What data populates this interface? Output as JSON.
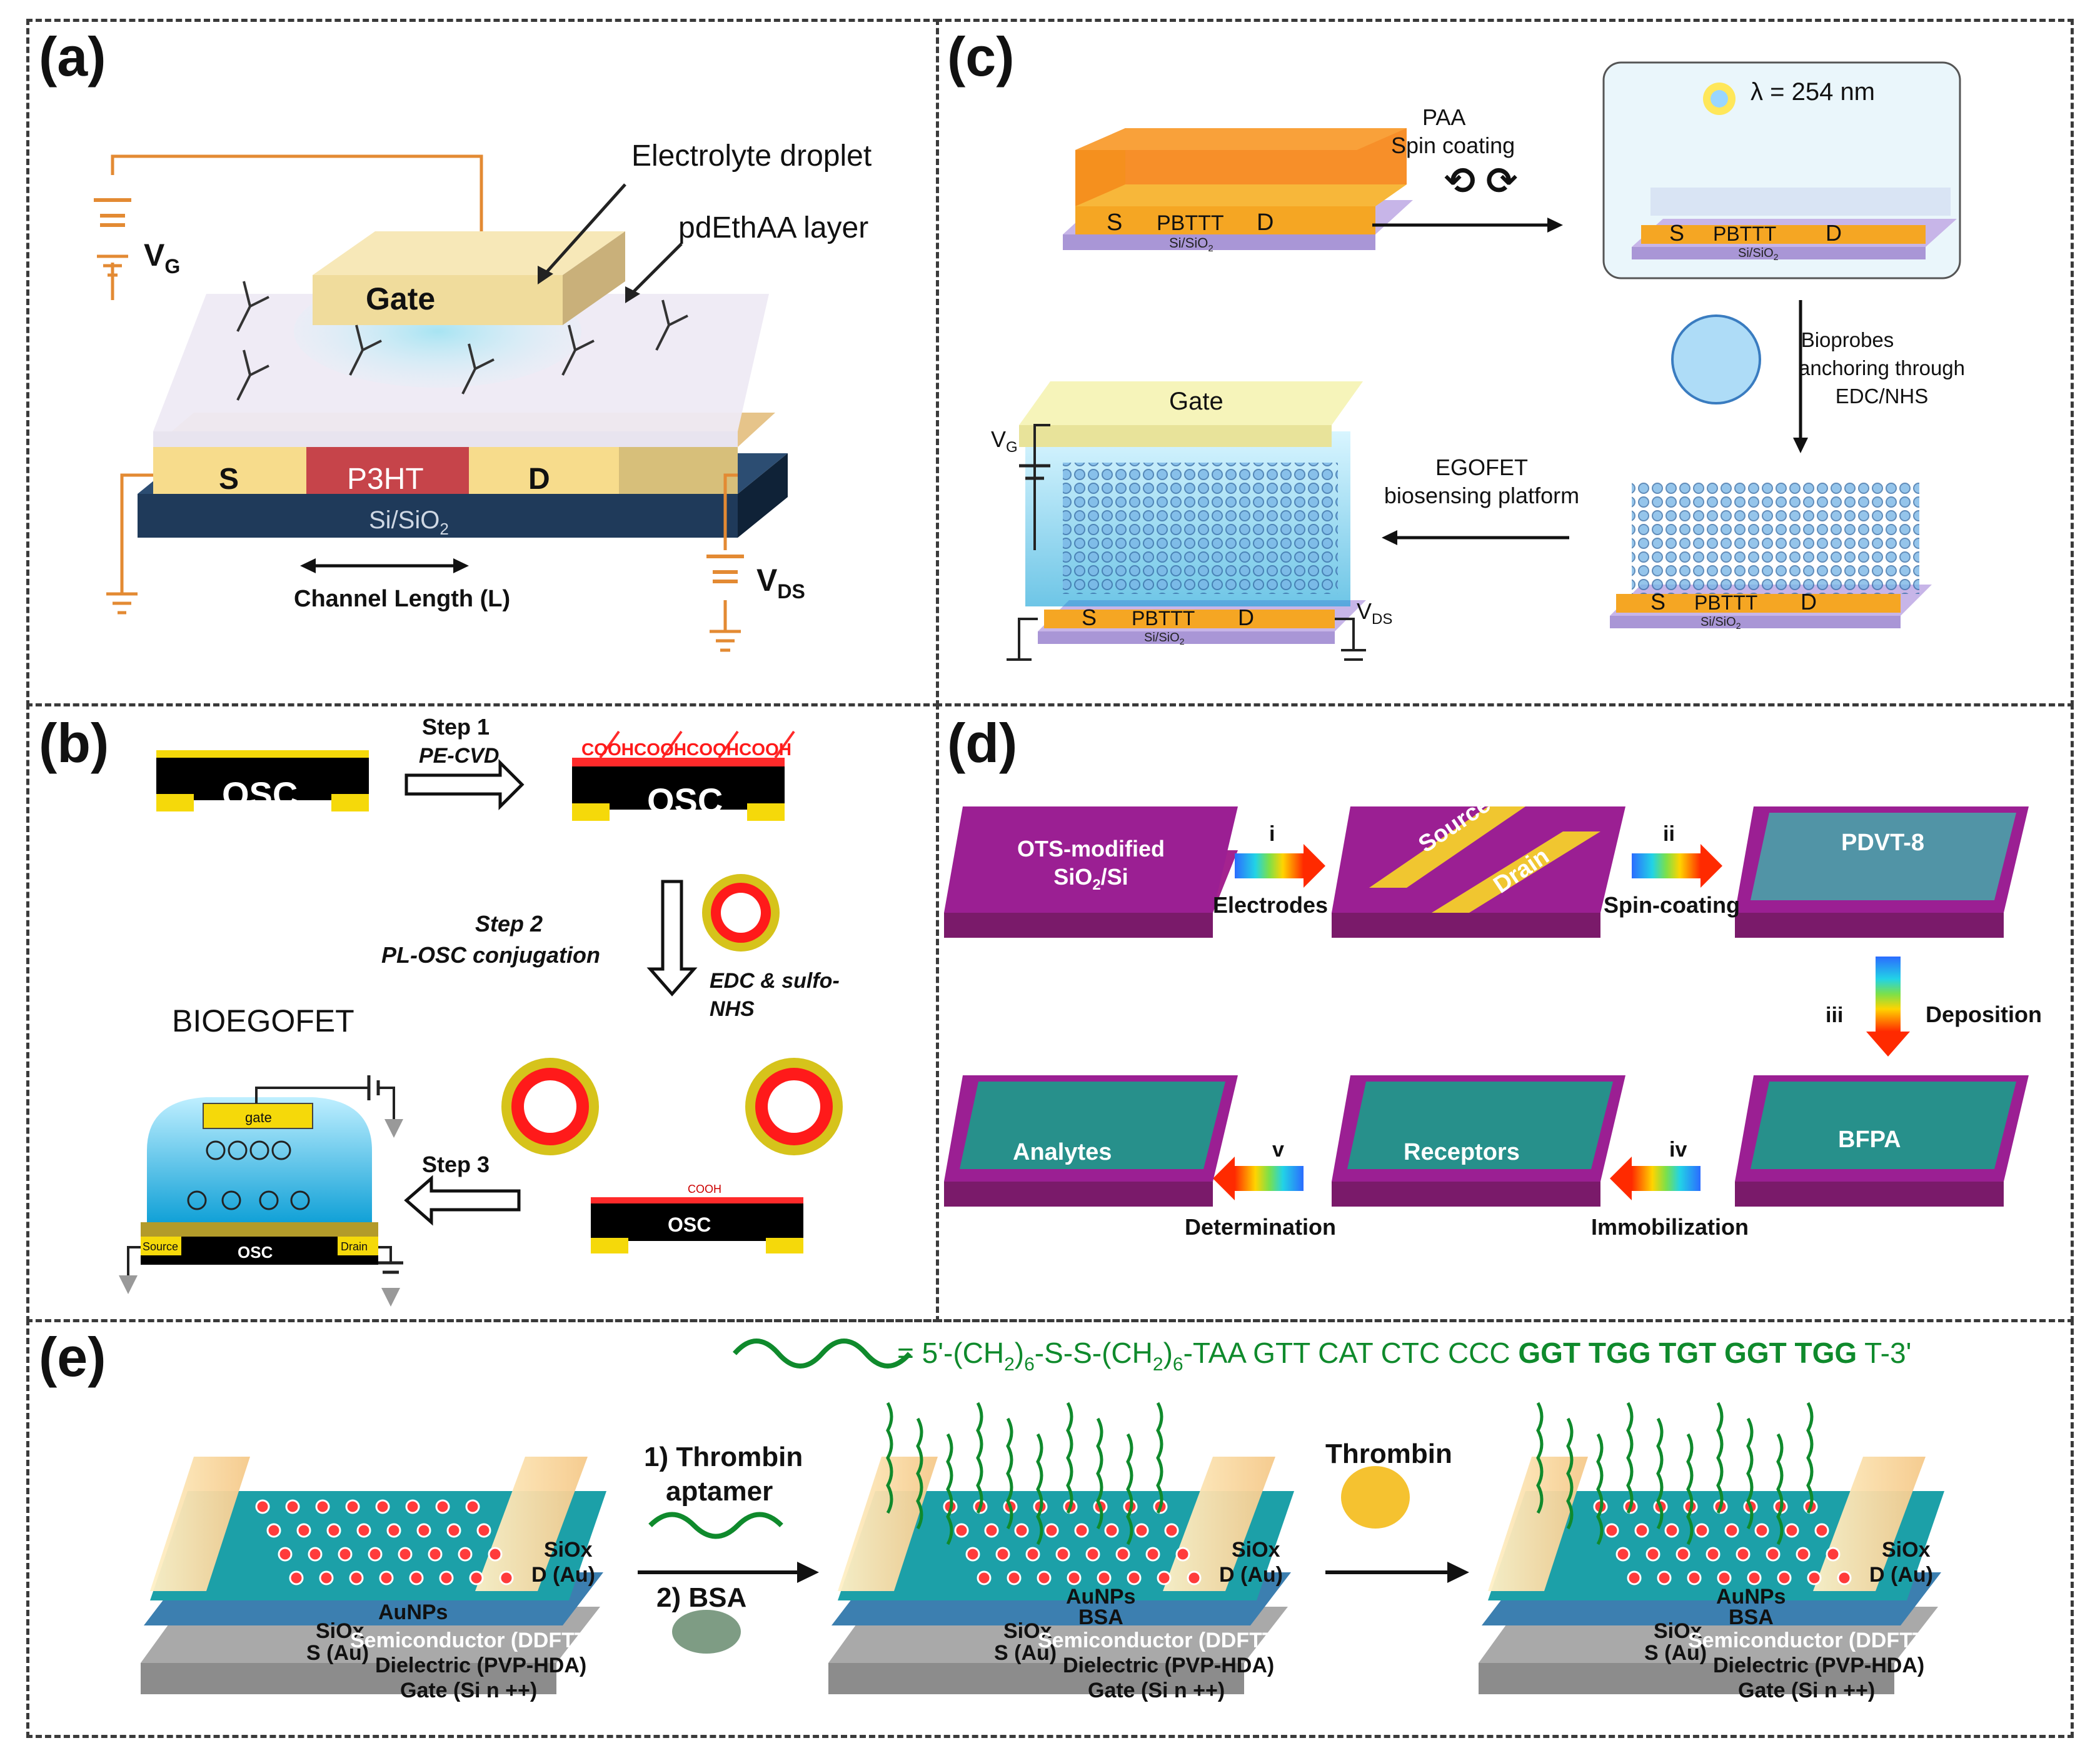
{
  "panel_labels": {
    "a": "(a)",
    "b": "(b)",
    "c": "(c)",
    "d": "(d)",
    "e": "(e)"
  },
  "panel_a": {
    "electrolyte": "Electrolyte droplet",
    "pdethaa": "pdEthAA layer",
    "gate": "Gate",
    "vg_main": "V",
    "vg_sub": "G",
    "vds_main": "V",
    "vds_sub": "DS",
    "s": "S",
    "d": "D",
    "semi": "P3HT",
    "sub_main": "Si/SiO",
    "sub_sub": "2",
    "channel": "Channel Length (L)"
  },
  "panel_b": {
    "step1": "Step 1",
    "step1_method": "PE-CVD",
    "osc": "OSC",
    "cooh": "COOHCOOHCOOHCOOH",
    "step2": "Step 2",
    "step2_desc": "PL-OSC conjugation",
    "edc1": "EDC & sulfo-",
    "edc2": "NHS",
    "step3": "Step 3",
    "bioegofet": "BIOEGOFET",
    "gate_small": "gate",
    "source_small": "Source",
    "drain_small": "Drain",
    "cooh_small": "COOH"
  },
  "panel_c": {
    "paa": "PAA",
    "spin": "Spin coating",
    "lambda": "λ = 254 nm",
    "s": "S",
    "d": "D",
    "pbttt": "PBTTT",
    "sub_main": "Si/SiO",
    "sub_sub": "2",
    "bio1": "Bioprobes",
    "bio2": "anchoring through",
    "bio3": "EDC/NHS",
    "ego1": "EGOFET",
    "ego2": "biosensing platform",
    "gate": "Gate",
    "vg_main": "V",
    "vg_sub": "G",
    "vds_main": "V",
    "vds_sub": "DS"
  },
  "panel_d": {
    "ots1": "OTS-modified",
    "ots2_main": "SiO",
    "ots2_sub": "2",
    "ots2_tail": "/Si",
    "i": "i",
    "electrodes": "Electrodes",
    "source": "Source",
    "drain": "Drain",
    "ii": "ii",
    "spin": "Spin-coating",
    "pdvt": "PDVT-8",
    "iii": "iii",
    "deposition": "Deposition",
    "bfpa": "BFPA",
    "iv": "iv",
    "immob": "Immobilization",
    "receptors": "Receptors",
    "v": "v",
    "determ": "Determination",
    "analytes": "Analytes"
  },
  "panel_e": {
    "seq_prefix": "= 5'-(CH",
    "seq_s1": "2",
    "seq_mid1": ")",
    "seq_s2": "6",
    "seq_mid2": "-S-S-(CH",
    "seq_s3": "2",
    "seq_mid3": ")",
    "seq_s4": "6",
    "seq_mid4": "-TAA GTT CAT CTC CCC ",
    "seq_bold": "GGT TGG TGT GGT TGG",
    "seq_end": " T-3'",
    "step1a": "1) Thrombin",
    "step1b": "aptamer",
    "step2": "2) BSA",
    "thrombin": "Thrombin",
    "siox": "SiOx",
    "d_au": "D (Au)",
    "s_au": "S (Au)",
    "aunps": "AuNPs",
    "bsa": "BSA",
    "semi": "Semiconductor (DDFTTF)",
    "diel": "Dielectric (PVP-HDA)",
    "gate": "Gate (Si n ++)"
  },
  "colors": {
    "gold": "#f5c400",
    "orange": "#f79d20",
    "purple": "#9b1f93",
    "green": "#0f8a2c",
    "teal": "#2aa6b5",
    "navy": "#1f3a5a"
  }
}
